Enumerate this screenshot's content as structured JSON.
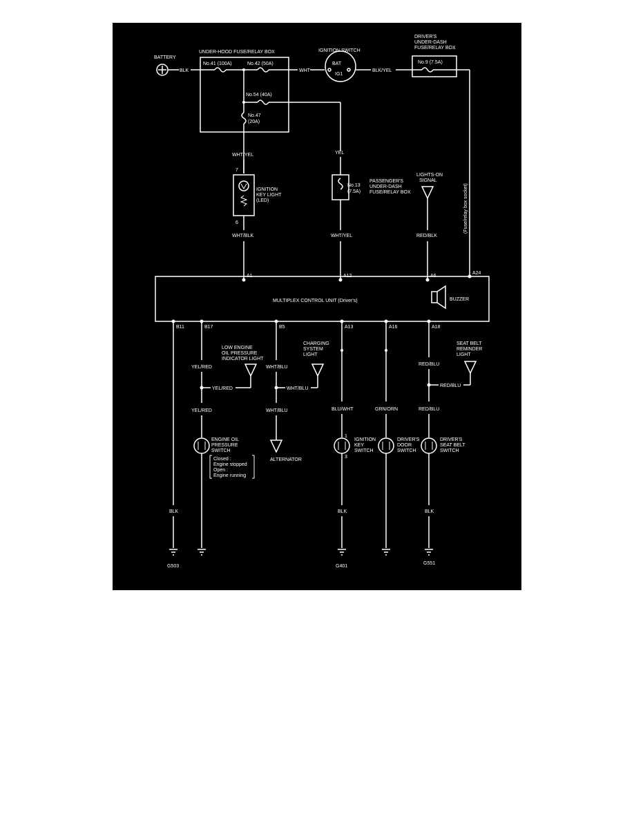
{
  "labels": {
    "battery": "BATTERY",
    "blk": "BLK",
    "underhood_box": "UNDER-HOOD FUSE/RELAY BOX",
    "fuse41": "No.41 (100A)",
    "fuse42": "No.42 (50A)",
    "fuse54": "No.54 (40A)",
    "fuse47_a": "No.47",
    "fuse47_b": "(20A)",
    "wht": "WHT",
    "ignition_switch": "IGNITION SWITCH",
    "bat": "BAT",
    "ig1": "IG1",
    "blk_yel": "BLK/YEL",
    "drivers_box_1": "DRIVER'S",
    "drivers_box_2": "UNDER-DASH",
    "drivers_box_3": "FUSE/RELAY BOX",
    "fuse9": "No.9 (7.5A)",
    "wht_yel": "WHT/YEL",
    "yel": "YEL",
    "pin7": "7",
    "pin6": "6",
    "ign_key_light_1": "IGNITION",
    "ign_key_light_2": "KEY LIGHT",
    "ign_key_light_3": "(LED)",
    "fuse13_a": "No.13",
    "fuse13_b": "(7.5A)",
    "pass_box_1": "PASSENGER'S",
    "pass_box_2": "UNDER-DASH",
    "pass_box_3": "FUSE/RELAY BOX",
    "lights_on_1": "LIGHTS-ON",
    "lights_on_2": "SIGNAL",
    "relay_note": "(Fuse/relay box socket)",
    "wht_blk": "WHT/BLK",
    "wht_yel_2": "WHT/YEL",
    "red_blk": "RED/BLK",
    "a1": "A1",
    "a12": "A12",
    "a6": "A6",
    "a24": "A24",
    "mcu": "MULTIPLEX CONTROL UNIT (Driver's)",
    "buzzer": "BUZZER",
    "b11": "B11",
    "b17": "B17",
    "b5": "B5",
    "a13": "A13",
    "a16": "A16",
    "a18": "A18",
    "low_oil_1": "LOW ENGINE",
    "low_oil_2": "OIL PRESSURE",
    "low_oil_3": "INDICATOR LIGHT",
    "charging_1": "CHARGING",
    "charging_2": "SYSTEM",
    "charging_3": "LIGHT",
    "seatbelt_light_1": "SEAT BELT",
    "seatbelt_light_2": "REMINDER",
    "seatbelt_light_3": "LIGHT",
    "yel_red": "YEL/RED",
    "yel_red_2": "YEL/RED",
    "yel_red_3": "YEL/RED",
    "wht_blu": "WHT/BLU",
    "wht_blu_2": "WHT/BLU",
    "wht_blu_3": "WHT/BLU",
    "red_blu": "RED/BLU",
    "red_blu_2": "RED/BLU",
    "red_blu_3": "RED/BLU",
    "blu_wht": "BLU/WHT",
    "grn_orn": "GRN/ORN",
    "eop_1": "ENGINE OIL",
    "eop_2": "PRESSURE",
    "eop_3": "SWITCH",
    "eop_closed": "Closed :",
    "eop_stopped": "Engine stopped",
    "eop_open": "Open :",
    "eop_running": "Engine running",
    "alternator": "ALTERNATOR",
    "iks_1": "IGNITION",
    "iks_2": "KEY",
    "iks_3": "SWITCH",
    "iks_pin1": "1",
    "iks_pin3": "3",
    "dds_1": "DRIVER'S",
    "dds_2": "DOOR",
    "dds_3": "SWITCH",
    "dsb_1": "DRIVER'S",
    "dsb_2": "SEAT BELT",
    "dsb_3": "SWITCH",
    "blk_g503": "BLK",
    "blk_g401": "BLK",
    "blk_g551": "BLK",
    "g503": "G503",
    "g401": "G401",
    "g551": "G551"
  },
  "colors": {
    "background": "#000000",
    "line": "#ffffff",
    "page": "#ffffff"
  }
}
